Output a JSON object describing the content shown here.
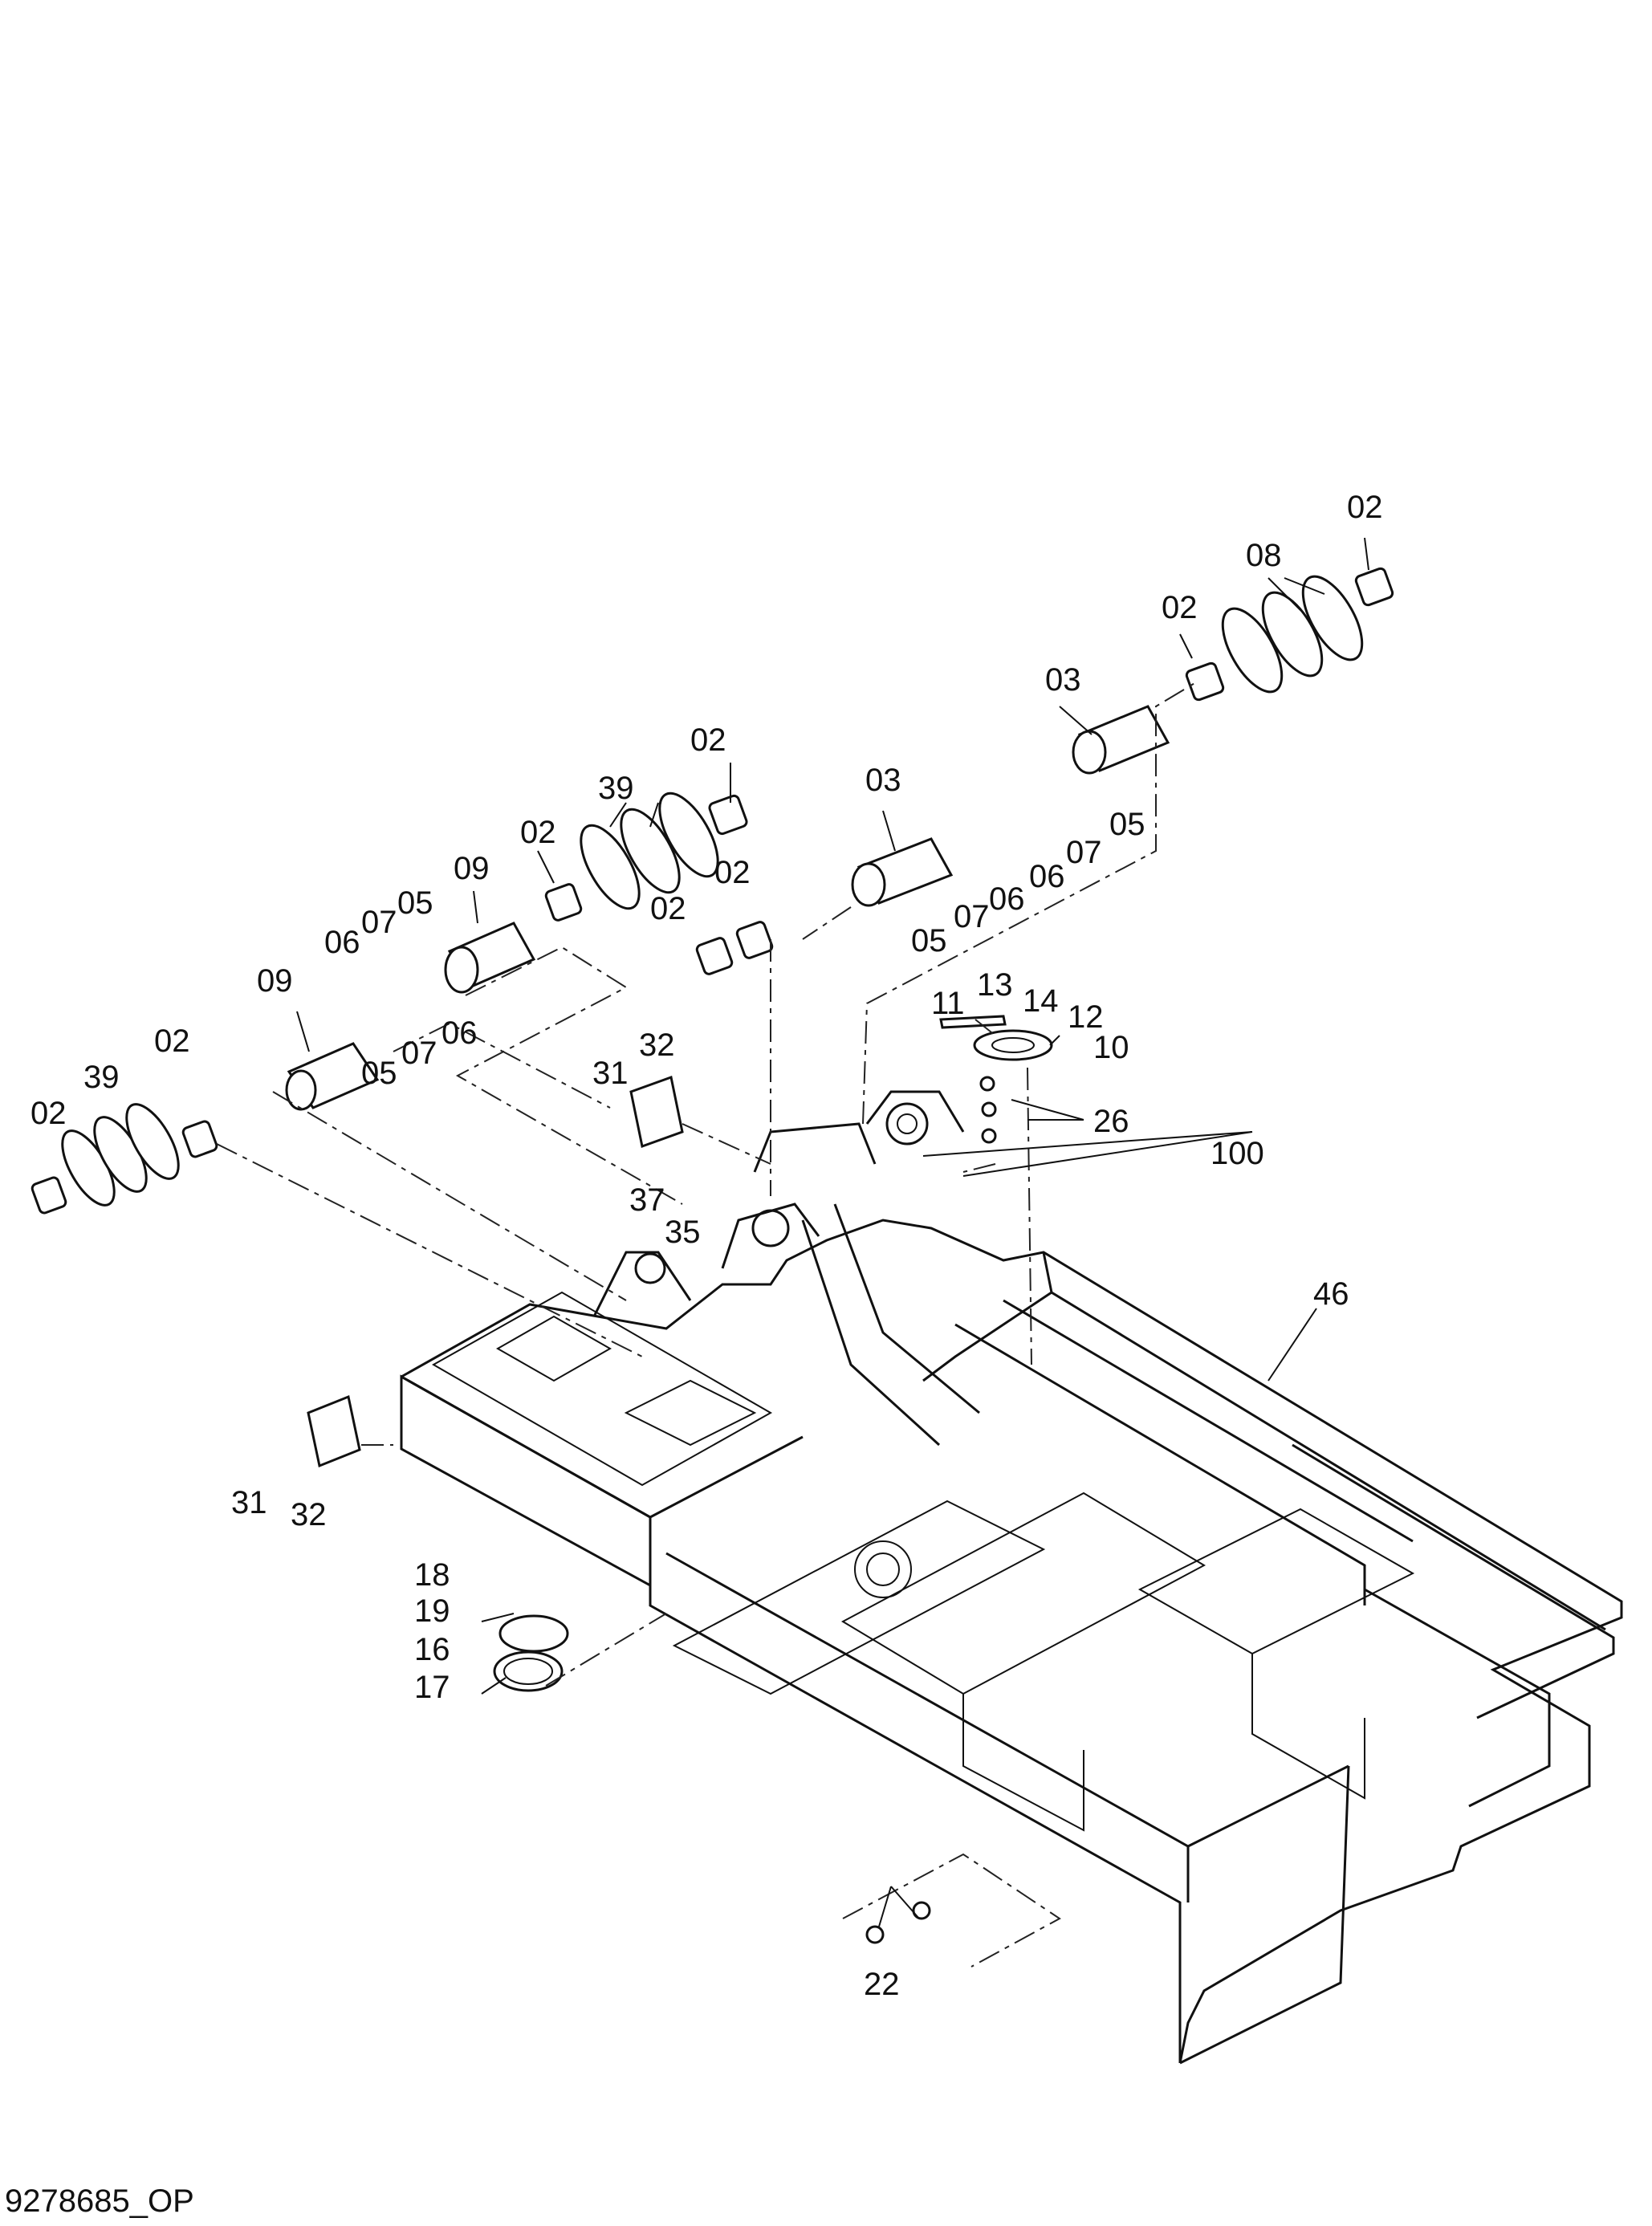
{
  "drawing_code": "9278685_OP",
  "callouts": [
    "02",
    "02",
    "02",
    "02",
    "02",
    "02",
    "02",
    "02",
    "03",
    "03",
    "05",
    "05",
    "05",
    "05",
    "06",
    "06",
    "06",
    "06",
    "07",
    "07",
    "07",
    "07",
    "08",
    "09",
    "09",
    "39",
    "39",
    "11",
    "13",
    "14",
    "12",
    "10",
    "26",
    "100",
    "31",
    "32",
    "31",
    "32",
    "37",
    "35",
    "46",
    "18",
    "19",
    "16",
    "17",
    "22"
  ],
  "colors": {
    "line": "#111111",
    "background": "#ffffff"
  }
}
